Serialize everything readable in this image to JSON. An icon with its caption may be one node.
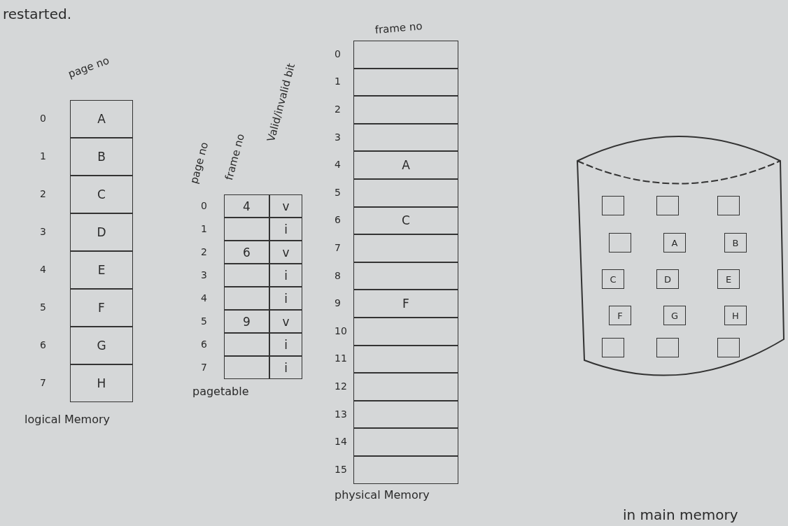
{
  "diagram": {
    "nodes": [
      {
        "text": [
          "logical Memory"
        ]
      },
      {
        "text": [
          "A"
        ],
        "in": 0,
        "beside": [
          "0"
        ]
      },
      {
        "text": [
          "B"
        ],
        "in": 0,
        "beside": [
          "1"
        ]
      },
      {
        "text": [
          "C"
        ],
        "in": 0,
        "beside": [
          "2"
        ]
      },
      {
        "text": [
          "D"
        ],
        "in": 0,
        "beside": [
          "3"
        ]
      },
      {
        "text": [
          "E"
        ],
        "in": 0,
        "beside": [
          "4"
        ]
      },
      {
        "text": [
          "F"
        ],
        "in": 0,
        "beside": [
          "5"
        ]
      },
      {
        "text": [
          "G"
        ],
        "in": 0,
        "beside": [
          "6"
        ]
      },
      {
        "text": [
          "H"
        ],
        "in": 0,
        "beside": [
          "7"
        ]
      },
      {
        "text": [
          "pagetable"
        ]
      },
      {
        "text": [
          "4"
        ],
        "in": 9,
        "beside": [
          "0"
        ]
      },
      {
        "text": [
          "v"
        ],
        "in": 9
      },
      {
        "text": [],
        "shape": "box",
        "in": 9,
        "beside": [
          "1"
        ]
      },
      {
        "text": [
          "i"
        ],
        "in": 9
      },
      {
        "text": [
          "6"
        ],
        "in": 9,
        "beside": [
          "2"
        ]
      },
      {
        "text": [
          "v"
        ],
        "in": 9
      },
      {
        "text": [],
        "shape": "box",
        "in": 9,
        "beside": [
          "3"
        ]
      },
      {
        "text": [
          "i"
        ],
        "in": 9
      },
      {
        "text": [],
        "shape": "box",
        "in": 9,
        "beside": [
          "4"
        ]
      },
      {
        "text": [
          "i"
        ],
        "in": 9
      },
      {
        "text": [
          "9"
        ],
        "in": 9,
        "beside": [
          "5"
        ]
      },
      {
        "text": [
          "v"
        ],
        "in": 9
      },
      {
        "text": [],
        "shape": "box",
        "in": 9,
        "beside": [
          "6"
        ]
      },
      {
        "text": [
          "i"
        ],
        "in": 9
      },
      {
        "text": [],
        "shape": "box",
        "in": 9,
        "beside": [
          "7"
        ]
      },
      {
        "text": [
          "i"
        ],
        "in": 9
      },
      {
        "text": [
          "physical Memory"
        ]
      },
      {
        "text": [],
        "shape": "box",
        "in": 26,
        "beside": [
          "0"
        ]
      },
      {
        "text": [],
        "shape": "box",
        "in": 26,
        "beside": [
          "1"
        ]
      },
      {
        "text": [],
        "shape": "box",
        "in": 26,
        "beside": [
          "2"
        ]
      },
      {
        "text": [],
        "shape": "box",
        "in": 26,
        "beside": [
          "3"
        ]
      },
      {
        "text": [
          "A"
        ],
        "in": 26,
        "beside": [
          "4"
        ]
      },
      {
        "text": [],
        "shape": "box",
        "in": 26,
        "beside": [
          "5"
        ]
      },
      {
        "text": [
          "C"
        ],
        "in": 26,
        "beside": [
          "6"
        ]
      },
      {
        "text": [],
        "shape": "box",
        "in": 26,
        "beside": [
          "7"
        ]
      },
      {
        "text": [],
        "shape": "box",
        "in": 26,
        "beside": [
          "8"
        ]
      },
      {
        "text": [
          "F"
        ],
        "in": 26,
        "beside": [
          "9"
        ]
      },
      {
        "text": [],
        "shape": "box",
        "in": 26,
        "beside": [
          "10"
        ]
      },
      {
        "text": [],
        "shape": "box",
        "in": 26,
        "beside": [
          "11"
        ]
      },
      {
        "text": [],
        "shape": "box",
        "in": 26,
        "beside": [
          "12"
        ]
      },
      {
        "text": [],
        "shape": "box",
        "in": 26,
        "beside": [
          "13"
        ]
      },
      {
        "text": [],
        "shape": "box",
        "in": 26,
        "beside": [
          "14"
        ]
      },
      {
        "text": [],
        "shape": "box",
        "in": 26,
        "beside": [
          "15"
        ]
      },
      {
        "text": [],
        "shape": "cylinder"
      },
      {
        "text": [],
        "shape": "box",
        "in": 43
      },
      {
        "text": [],
        "shape": "box",
        "in": 43
      },
      {
        "text": [],
        "shape": "box",
        "in": 43
      },
      {
        "text": [],
        "shape": "box",
        "in": 43
      },
      {
        "text": [
          "A"
        ],
        "in": 43
      },
      {
        "text": [
          "B"
        ],
        "in": 43
      },
      {
        "text": [
          "C"
        ],
        "in": 43
      },
      {
        "text": [
          "D"
        ],
        "in": 43
      },
      {
        "text": [
          "E"
        ],
        "in": 43
      },
      {
        "text": [
          "F"
        ],
        "in": 43
      },
      {
        "text": [
          "G"
        ],
        "in": 43
      },
      {
        "text": [
          "H"
        ],
        "in": 43
      },
      {
        "text": [],
        "shape": "box",
        "in": 43
      },
      {
        "text": [],
        "shape": "box",
        "in": 43
      },
      {
        "text": [],
        "shape": "box",
        "in": 43
      }
    ],
    "labels": [
      "restarted.",
      "page no",
      "page no",
      "frame no",
      "Valid/invalid bit",
      "frame no",
      "in main memory"
    ]
  }
}
